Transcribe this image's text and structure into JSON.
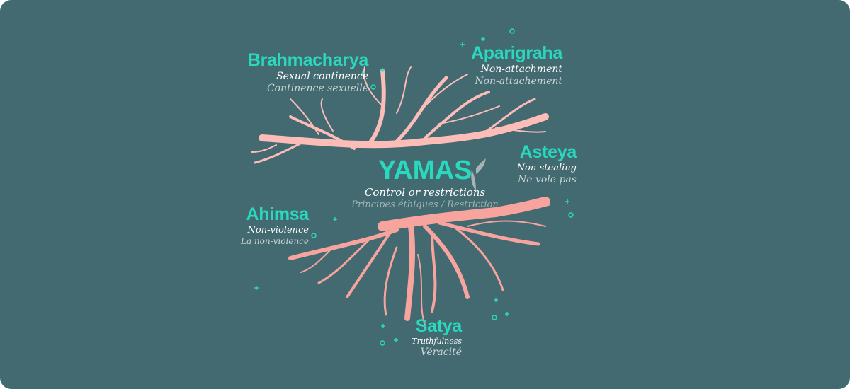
{
  "center": {
    "title": "YAMAS",
    "subtitle_en": "Control or restrictions",
    "subtitle_fr": "Principes éthiques / Restriction"
  },
  "items": [
    {
      "name": "Brahmacharya",
      "en": "Sexual continence",
      "fr": "Continence sexuelle"
    },
    {
      "name": "Aparigraha",
      "en": "Non-attachment",
      "fr": "Non-attachement"
    },
    {
      "name": "Asteya",
      "en": "Non-stealing",
      "fr": "Ne vole pas"
    },
    {
      "name": "Ahimsa",
      "en": "Non-violence",
      "fr": "La non-violence"
    },
    {
      "name": "Satya",
      "en": "Truthfulness",
      "fr": "Véracité"
    }
  ],
  "colors": {
    "background": "#426a70",
    "accent": "#2ad8bd",
    "branch_top": "#fcbdb9",
    "roots_bottom": "#f7a39e"
  }
}
